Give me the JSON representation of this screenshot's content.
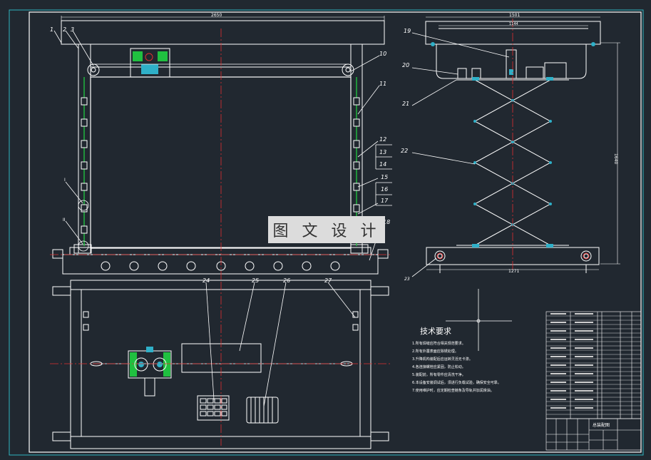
{
  "colors": {
    "background": "#212830",
    "frame": "#2fb5c0",
    "lines": "#ffffff",
    "centerline": "#e03030",
    "green": "#20c040",
    "part_fill": "#2fb0c8"
  },
  "watermark": "图 文 设 计",
  "front_view": {
    "overall_dim": "2650",
    "callouts_left": [
      "1",
      "2",
      "3"
    ],
    "callouts_right": [
      "10",
      "11",
      "12",
      "13",
      "14",
      "15",
      "16",
      "17",
      "18"
    ],
    "detail_marks": [
      "I",
      "II"
    ]
  },
  "side_view": {
    "dim_top_outer": "1501",
    "dim_top_inner": "1144",
    "dim_height": "1640",
    "dim_bottom": "1271",
    "callouts": [
      "19",
      "20",
      "21",
      "22",
      "23"
    ]
  },
  "top_view": {
    "callouts": [
      "24",
      "25",
      "26",
      "27"
    ]
  },
  "notes": {
    "title": "技术要求",
    "lines": [
      "1.所有焊缝应符合相关规范要求。",
      "2.所有外露表面应除锈处理。",
      "3.升降机构装配后应运转灵活无卡滞。",
      "4.各连接螺栓应紧固，防止松动。",
      "5.装配前，所有零件应清洗干净。",
      "6.本设备安装调试后，须进行负载试验，确保安全可靠。",
      "7.使用维护时，应定期检查链条及导轨并加润滑油。"
    ]
  },
  "title_block": {
    "drawing_name": "总装配图"
  }
}
